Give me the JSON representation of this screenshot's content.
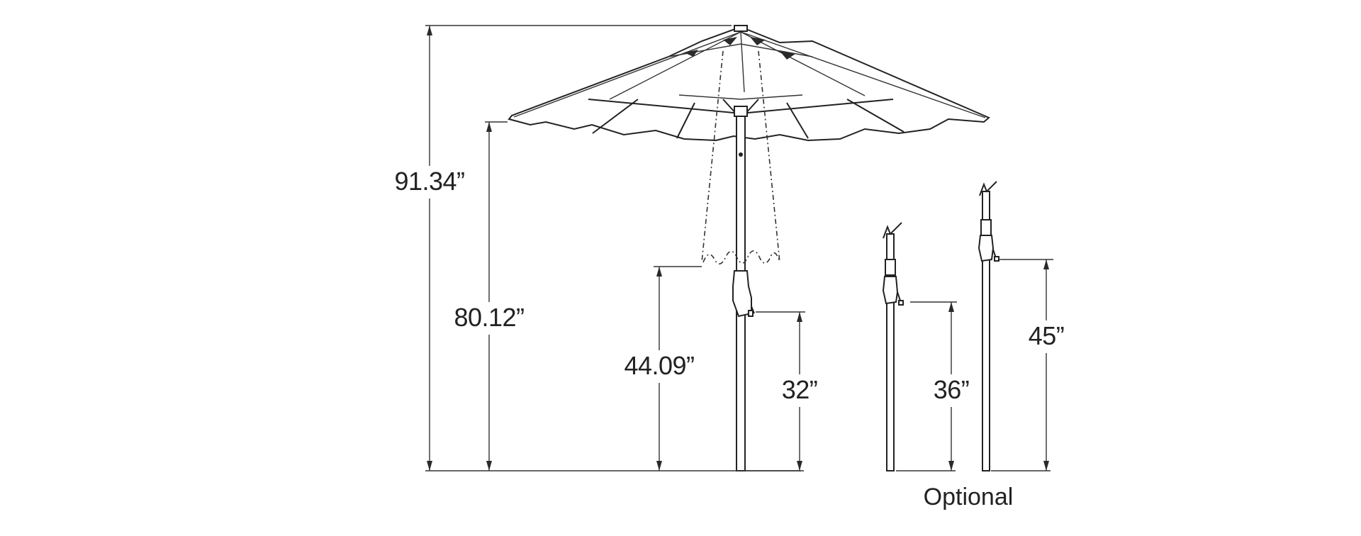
{
  "dimensions": {
    "overall_height": "91.34”",
    "canopy_clearance": "80.12”",
    "open_height": "44.09”",
    "crank_height_standard": "32”",
    "crank_height_option_a": "36”",
    "crank_height_option_b": "45”"
  },
  "caption": "Optional"
}
